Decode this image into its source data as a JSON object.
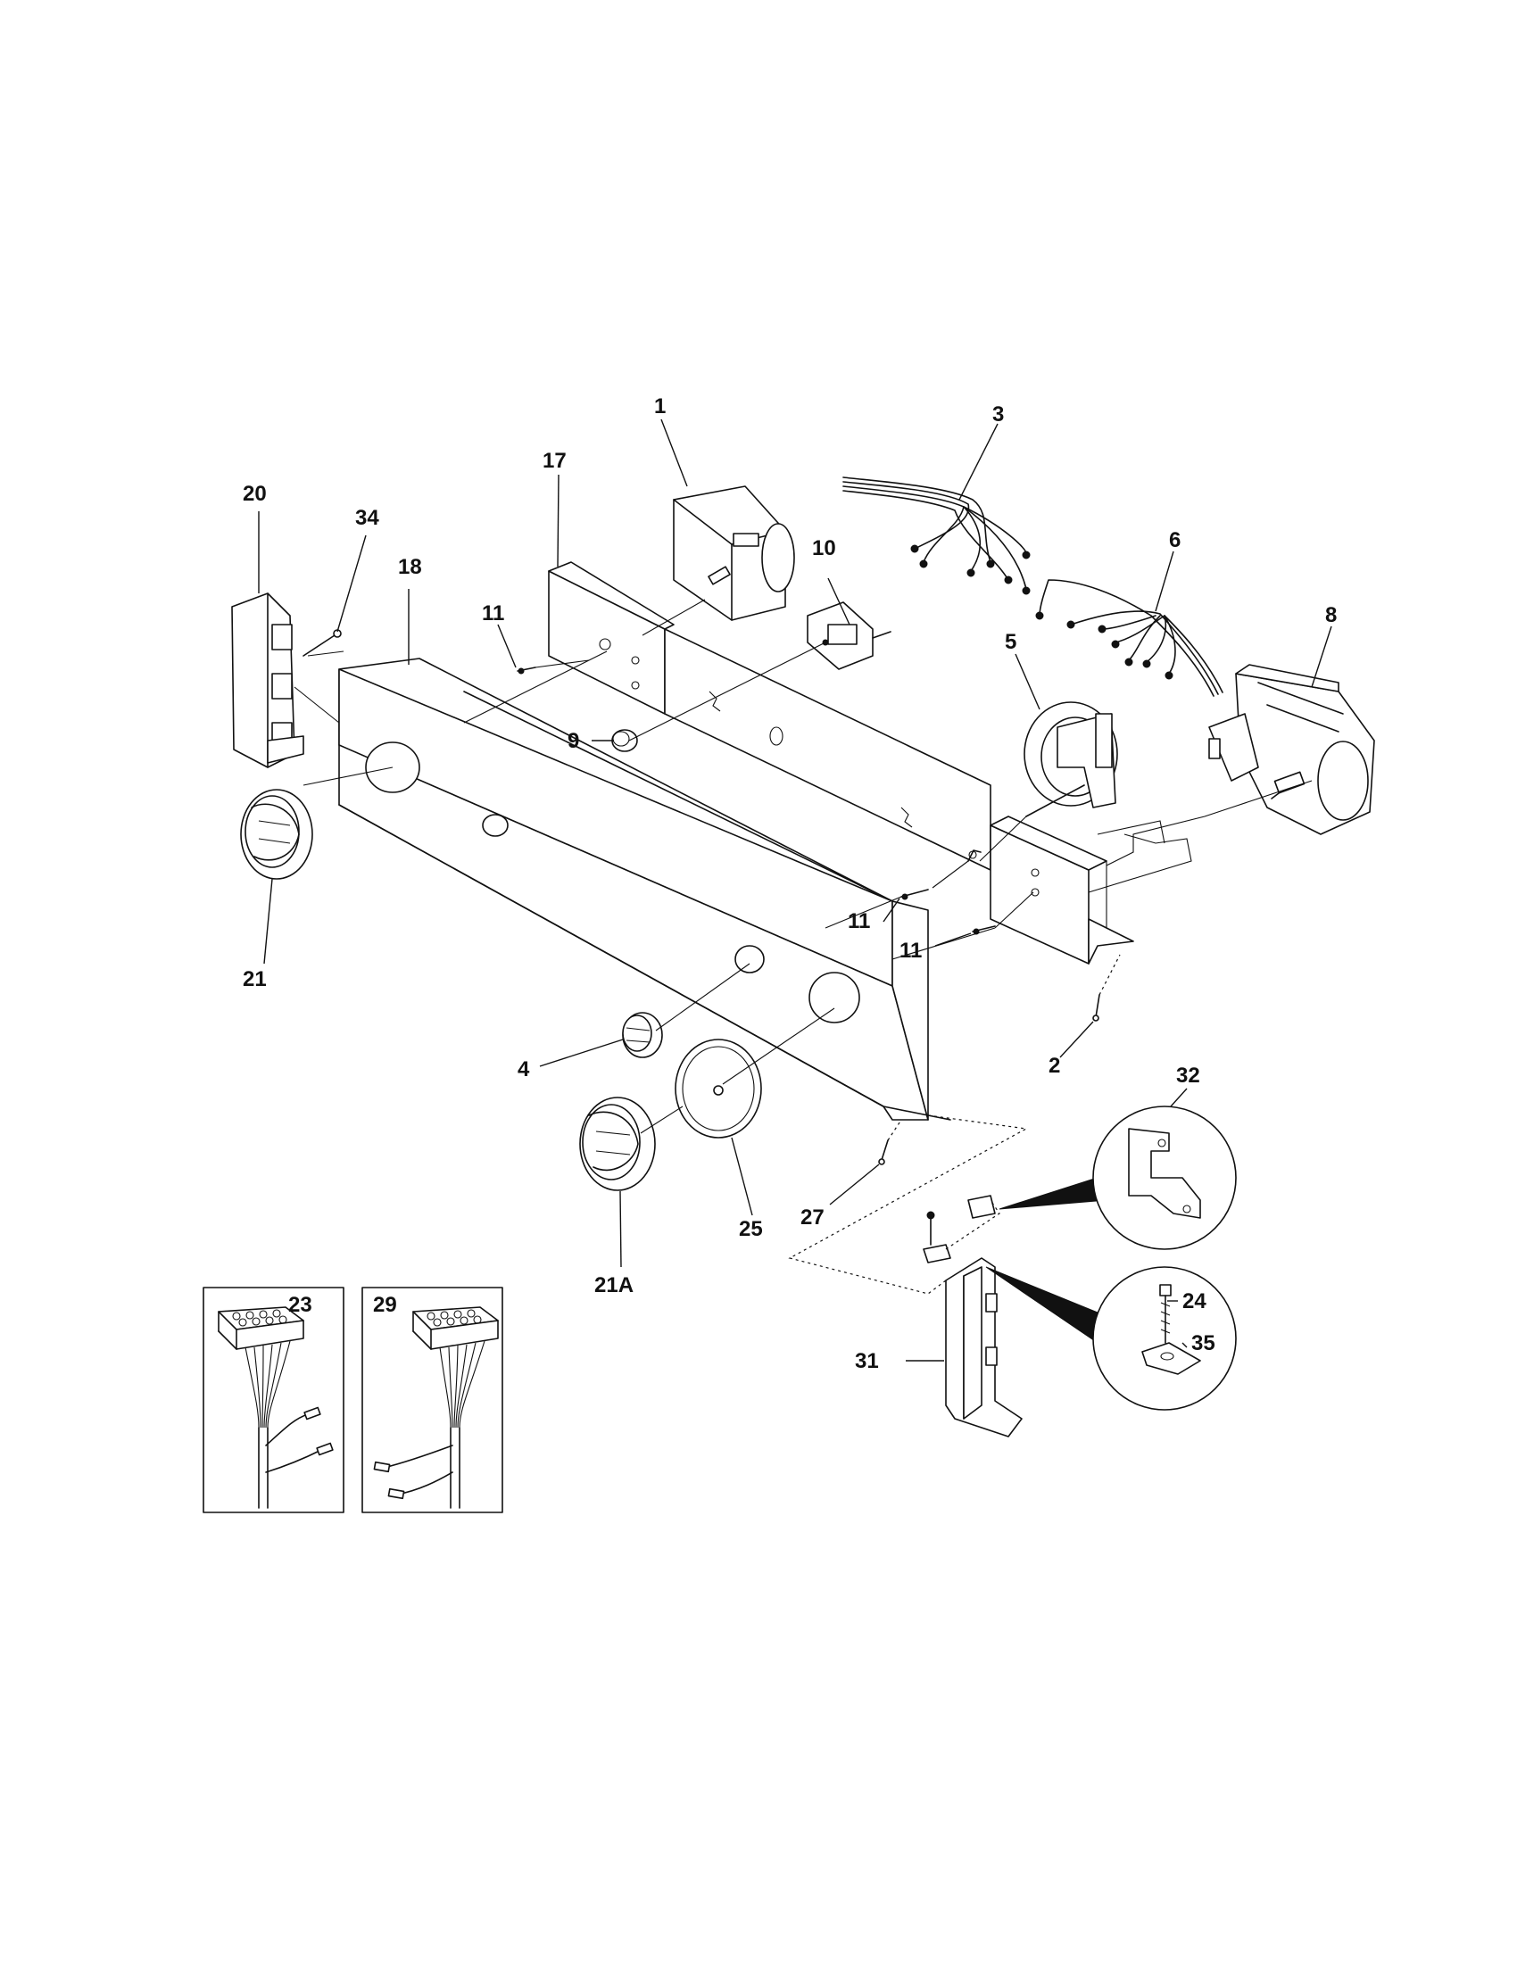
{
  "labels": {
    "p1": "1",
    "p2": "2",
    "p3": "3",
    "p4": "4",
    "p5": "5",
    "p6": "6",
    "p8": "8",
    "p9": "9",
    "p10": "10",
    "p11a": "11",
    "p11b": "11",
    "p11c": "11",
    "p17": "17",
    "p18": "18",
    "p20": "20",
    "p21": "21",
    "p21a": "21A",
    "p23": "23",
    "p24": "24",
    "p25": "25",
    "p27": "27",
    "p29": "29",
    "p31": "31",
    "p32": "32",
    "p34": "34",
    "p35": "35"
  },
  "colors": {
    "line": "#111111",
    "background": "#ffffff"
  }
}
